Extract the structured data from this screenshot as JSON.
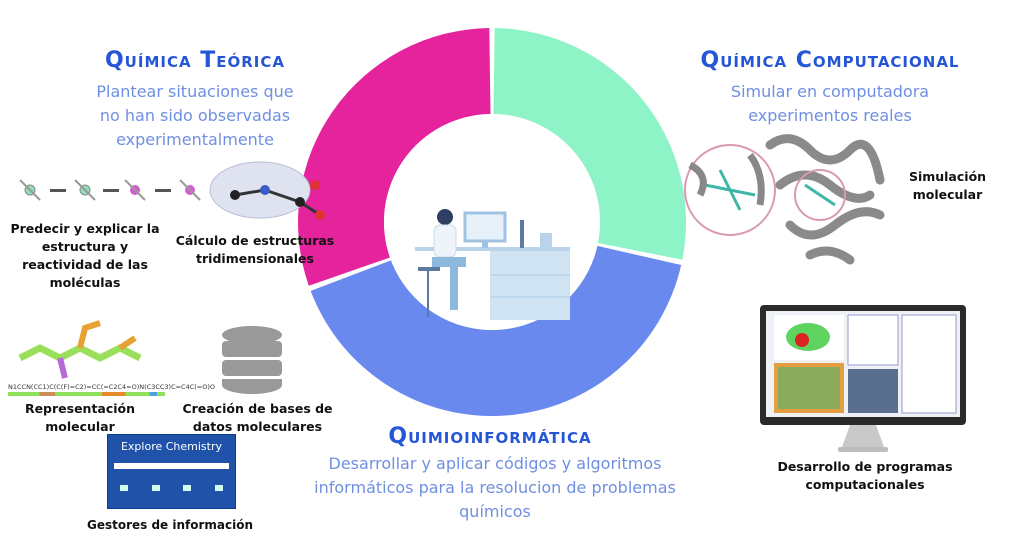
{
  "sections": {
    "teorica": {
      "title": "Química Teórica",
      "subtitle": "Plantear situaciones que no han sido observadas experimentalmente"
    },
    "computacional": {
      "title": "Química Computacional",
      "subtitle": "Simular en computadora experimentos reales"
    },
    "quimioinformatica": {
      "title": "Quimioinformática",
      "subtitle": "Desarrollar y aplicar códigos y algoritmos informáticos para la resolucion de problemas químicos"
    }
  },
  "labels": {
    "predecir": "Predecir y explicar la estructura y reactividad de las moléculas",
    "calculo": "Cálculo de estructuras tridimensionales",
    "representacion": "Representación molecular",
    "bases": "Creación de bases de datos moleculares",
    "gestores": "Gestores de información",
    "simulacion": "Simulación molecular",
    "programas": "Desarrollo de programas computacionales"
  },
  "smiles": "N1CCN(CC1)C(C(F)=C2)=CC(=C2C4=O)N(C3CC3)C=C4C(=O)O",
  "explore": {
    "title": "Explore Chemistry"
  },
  "colors": {
    "green": "#8ef3c6",
    "blue": "#6a89ef",
    "magenta": "#e5239c",
    "title": "#2456d6",
    "subtitle": "#6f8fe3"
  }
}
